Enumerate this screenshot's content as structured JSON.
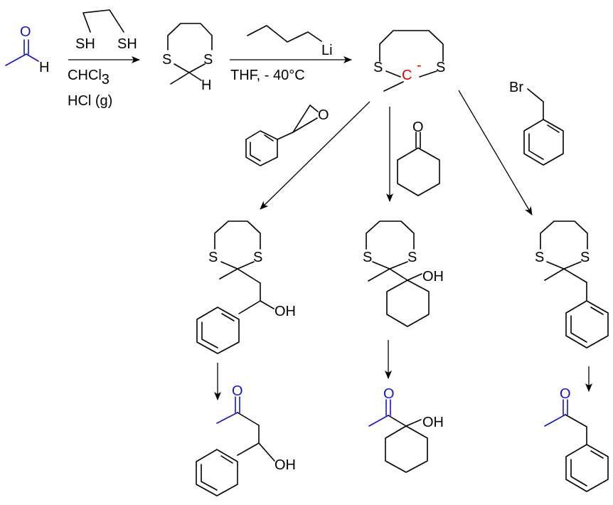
{
  "labels": {
    "O": "O",
    "H": "H",
    "S": "S",
    "SH": "SH",
    "Li": "Li",
    "Br": "Br",
    "OH": "OH",
    "C": "C",
    "charge": "-",
    "chcl": "CHCl",
    "sub3": "3",
    "hcl": "HCl (g)",
    "thf": "THF, - 40°C"
  },
  "colors": {
    "carbonyl": "#1414c8",
    "carbanion": "#e00000",
    "bond": "#000000"
  }
}
